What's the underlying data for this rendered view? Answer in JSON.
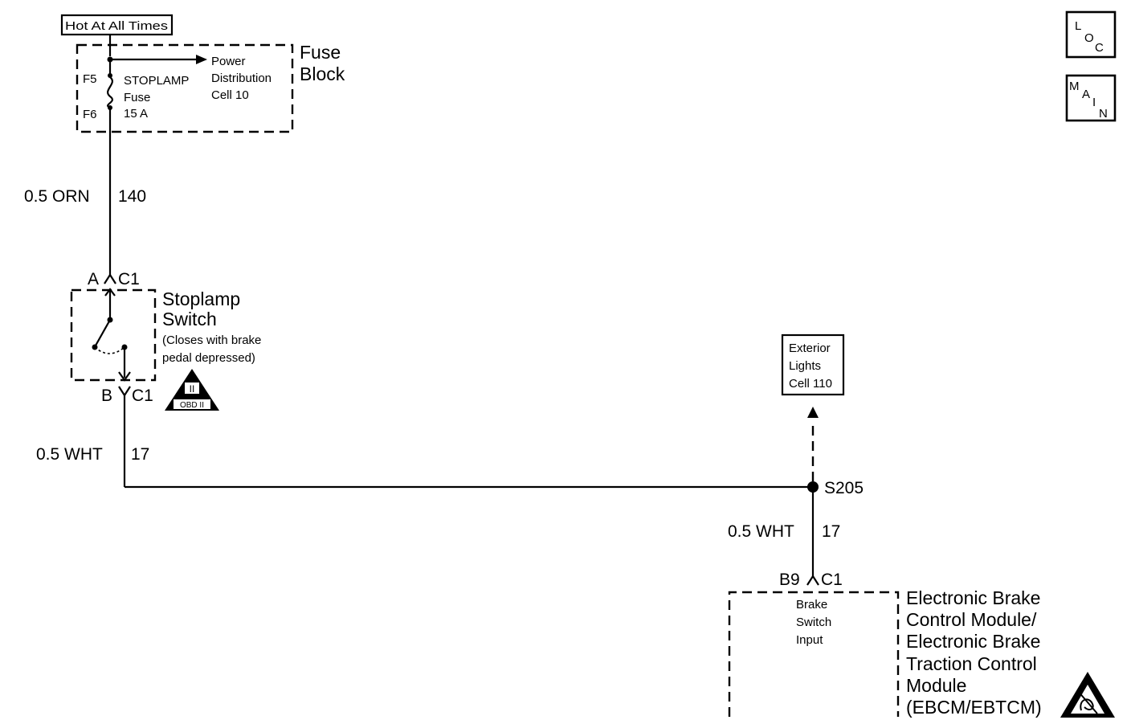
{
  "power": {
    "hot_at_all_times": "Hot At All Times",
    "f5": "F5",
    "f6": "F6",
    "fuse_name": "STOPLAMP",
    "fuse_word": "Fuse",
    "fuse_rating": "15 A",
    "pd_line1": "Power",
    "pd_line2": "Distribution",
    "pd_line3": "Cell 10",
    "fuse_block_line1": "Fuse",
    "fuse_block_line2": "Block"
  },
  "wire_140": {
    "gauge_color": "0.5 ORN",
    "circuit": "140"
  },
  "stoplamp_switch": {
    "pin_a": "A",
    "conn_top": "C1",
    "pin_b": "B",
    "conn_bottom": "C1",
    "title_line1": "Stoplamp",
    "title_line2": "Switch",
    "note_line1": "(Closes with brake",
    "note_line2": "pedal depressed)",
    "obd_roman": "II",
    "obd_text": "OBD II"
  },
  "wire_17_a": {
    "gauge_color": "0.5 WHT",
    "circuit": "17"
  },
  "splice": {
    "label": "S205"
  },
  "exterior_lights": {
    "line1": "Exterior",
    "line2": "Lights",
    "line3": "Cell 110"
  },
  "wire_17_b": {
    "gauge_color": "0.5 WHT",
    "circuit": "17"
  },
  "ebcm": {
    "pin": "B9",
    "conn": "C1",
    "input_line1": "Brake",
    "input_line2": "Switch",
    "input_line3": "Input",
    "name_line1": "Electronic Brake",
    "name_line2": "Control Module/",
    "name_line3": "Electronic Brake",
    "name_line4": "Traction Control",
    "name_line5": "Module",
    "name_line6": "(EBCM/EBTCM)"
  },
  "nav": {
    "loc": {
      "l": "L",
      "o": "O",
      "c": "C"
    },
    "main": {
      "m": "M",
      "a": "A",
      "i": "I",
      "n": "N"
    }
  }
}
